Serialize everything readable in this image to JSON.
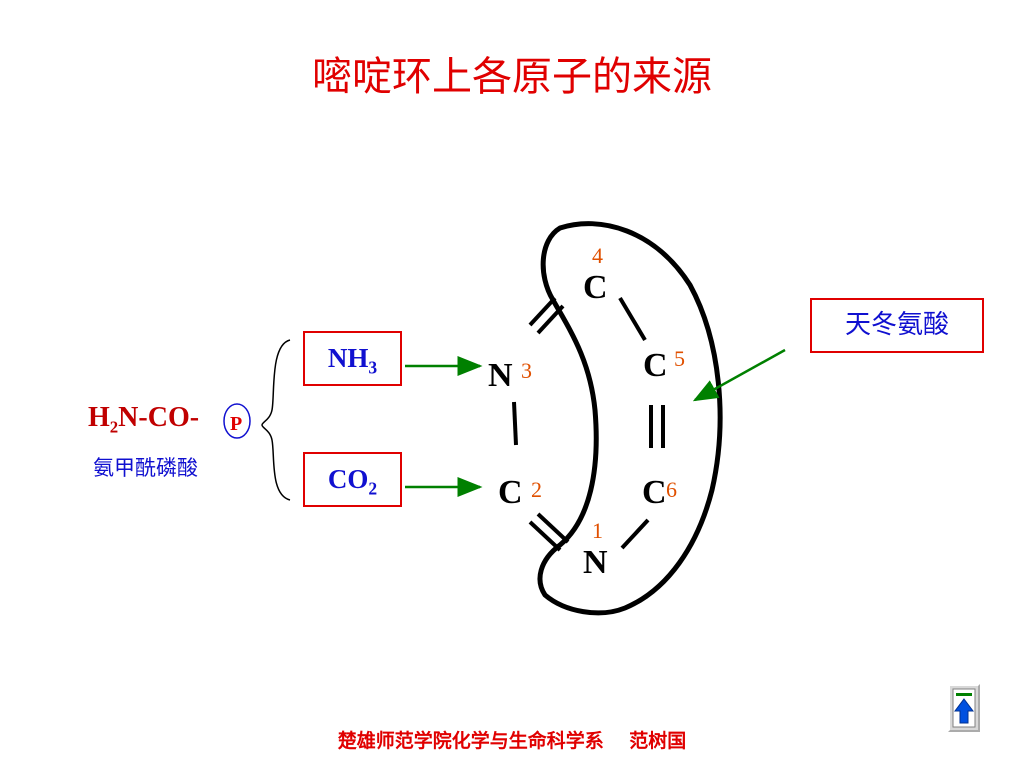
{
  "title": "嘧啶环上各原子的来源",
  "sources": {
    "nh3": "NH",
    "nh3_sub": "3",
    "co2": "CO",
    "co2_sub": "2",
    "aspartate": "天冬氨酸"
  },
  "carbamoyl_phosphate": {
    "formula_h": "H",
    "formula_sub": "2",
    "formula_rest": "N-CO-",
    "phosphate_letter": "P",
    "name": "氨甲酰磷酸"
  },
  "ring_atoms": [
    {
      "symbol": "C",
      "number": "4"
    },
    {
      "symbol": "C",
      "number": "5"
    },
    {
      "symbol": "N",
      "number": "3"
    },
    {
      "symbol": "C",
      "number": "2"
    },
    {
      "symbol": "C",
      "number": "6"
    },
    {
      "symbol": "N",
      "number": "1"
    }
  ],
  "footer": "楚雄师范学院化学与生命科学系　 范树国",
  "colors": {
    "title": "#e00000",
    "box_border": "#e00000",
    "box_text": "#1010d0",
    "arrow": "#008000",
    "atom_number": "#e05000"
  },
  "nav_icon": "up-arrow-icon"
}
